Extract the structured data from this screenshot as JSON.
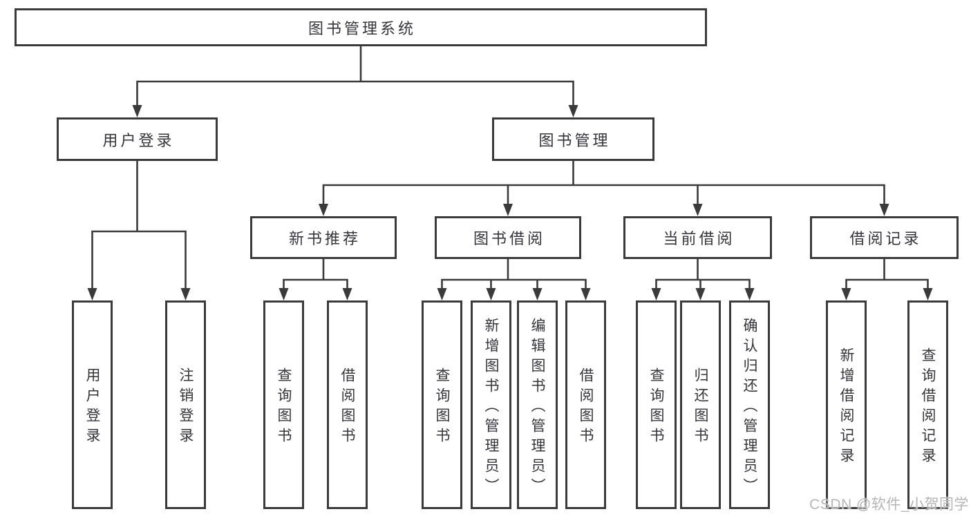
{
  "colors": {
    "line": "#3a3a3a",
    "text": "#34343c",
    "watermark": "#b5b5b5"
  },
  "watermark": "CSDN @软件_小贺同学",
  "tree": {
    "label": "图书管理系统",
    "children": [
      {
        "label": "用户登录",
        "children": [
          {
            "label": "用户登录"
          },
          {
            "label": "注销登录"
          }
        ]
      },
      {
        "label": "图书管理",
        "children": [
          {
            "label": "新书推荐",
            "children": [
              {
                "label": "查询图书"
              },
              {
                "label": "借阅图书"
              }
            ]
          },
          {
            "label": "图书借阅",
            "children": [
              {
                "label": "查询图书"
              },
              {
                "label": "新增图书（管理员）"
              },
              {
                "label": "编辑图书（管理员）"
              },
              {
                "label": "借阅图书"
              }
            ]
          },
          {
            "label": "当前借阅",
            "children": [
              {
                "label": "查询图书"
              },
              {
                "label": "归还图书"
              },
              {
                "label": "确认归还（管理员）"
              }
            ]
          },
          {
            "label": "借阅记录",
            "children": [
              {
                "label": "新增借阅记录"
              },
              {
                "label": "查询借阅记录"
              }
            ]
          }
        ]
      }
    ]
  }
}
